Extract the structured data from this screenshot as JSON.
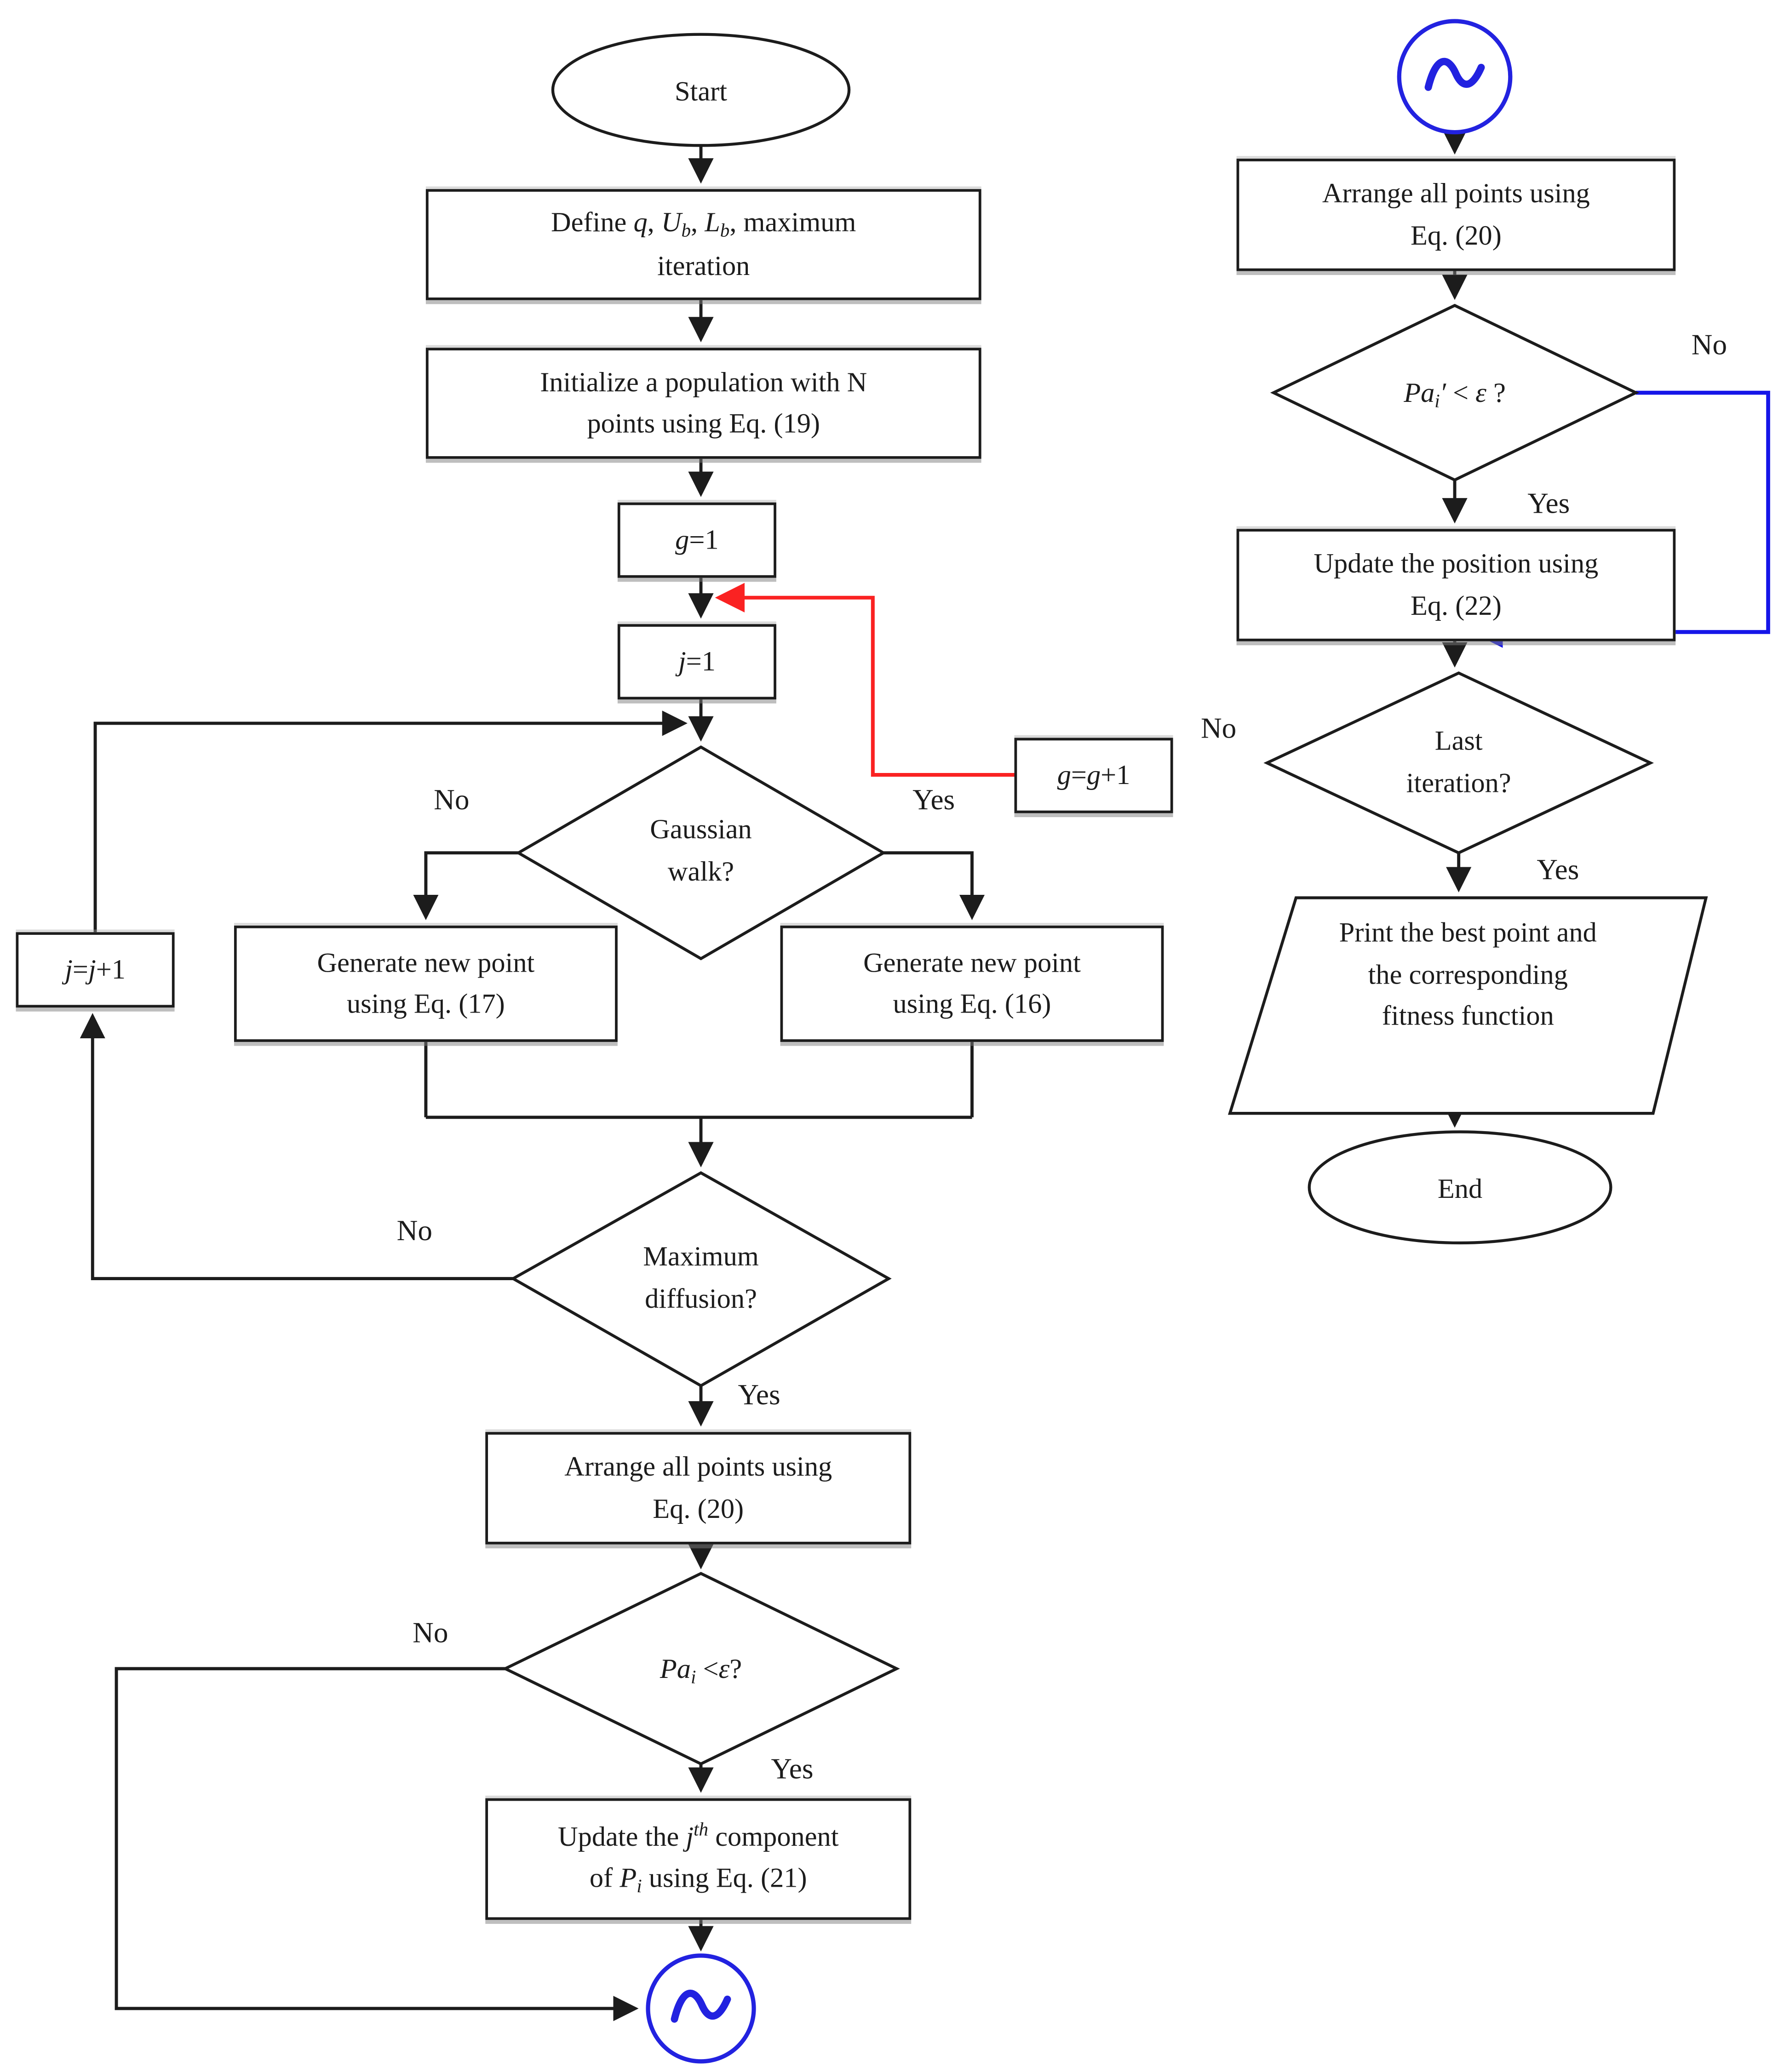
{
  "figure": {
    "type": "flowchart",
    "description": "Algorithm flowchart with two columns linked by sine-wave connector circles"
  },
  "colors": {
    "line": "#1c1c1c",
    "red_loop": "#fa2222",
    "blue_loop": "#1515e8",
    "connector_blue": "#2222e0"
  },
  "branch_labels": {
    "no": "No",
    "yes": "Yes"
  },
  "connector_glyph": "sine-wave",
  "nodes": {
    "start": {
      "label": "Start"
    },
    "define": {
      "segments": [
        {
          "t": "Define "
        },
        {
          "t": "q",
          "i": true
        },
        {
          "t": ", "
        },
        {
          "t": "U",
          "i": true
        },
        {
          "t": "b",
          "i": true,
          "sub": true
        },
        {
          "t": ", "
        },
        {
          "t": "L",
          "i": true
        },
        {
          "t": "b",
          "i": true,
          "sub": true
        },
        {
          "t": ", maximum"
        },
        {
          "br": true
        },
        {
          "t": "iteration"
        }
      ]
    },
    "initialize": {
      "segments": [
        {
          "t": "Initialize a population with N"
        },
        {
          "br": true
        },
        {
          "t": "points using Eq. (19)"
        }
      ]
    },
    "g_init": {
      "segments": [
        {
          "t": "g",
          "i": true
        },
        {
          "t": "=1"
        }
      ]
    },
    "j_init": {
      "segments": [
        {
          "t": "j",
          "i": true
        },
        {
          "t": "=1"
        }
      ]
    },
    "gaussian_walk": {
      "segments": [
        {
          "t": "Gaussian"
        },
        {
          "br": true
        },
        {
          "t": "walk?"
        }
      ]
    },
    "generate_eq17": {
      "segments": [
        {
          "t": "Generate new point"
        },
        {
          "br": true
        },
        {
          "t": "using Eq. (17)"
        }
      ]
    },
    "generate_eq16": {
      "segments": [
        {
          "t": "Generate new point"
        },
        {
          "br": true
        },
        {
          "t": "using Eq. (16)"
        }
      ]
    },
    "max_diffusion": {
      "segments": [
        {
          "t": "Maximum"
        },
        {
          "br": true
        },
        {
          "t": "diffusion?"
        }
      ]
    },
    "arrange_points": {
      "segments": [
        {
          "t": "Arrange all points using"
        },
        {
          "br": true
        },
        {
          "t": "Eq. (20)"
        }
      ]
    },
    "pa_condition": {
      "segments": [
        {
          "t": "Pa",
          "i": true
        },
        {
          "t": "i",
          "i": true,
          "sub": true
        },
        {
          "t": " <"
        },
        {
          "t": "ε",
          "i": true
        },
        {
          "t": "?"
        }
      ]
    },
    "update_eq21": {
      "segments": [
        {
          "t": "Update the "
        },
        {
          "t": "j",
          "i": true
        },
        {
          "t": "th",
          "i": true,
          "sup": true
        },
        {
          "t": " component"
        },
        {
          "br": true
        },
        {
          "t": "of "
        },
        {
          "t": "P",
          "i": true
        },
        {
          "t": "i",
          "i": true,
          "sub": true
        },
        {
          "t": " using Eq. (21)"
        }
      ]
    },
    "j_increment": {
      "segments": [
        {
          "t": "j",
          "i": true
        },
        {
          "t": "="
        },
        {
          "t": "j",
          "i": true
        },
        {
          "t": "+1"
        }
      ]
    },
    "g_increment": {
      "segments": [
        {
          "t": "g",
          "i": true
        },
        {
          "t": "="
        },
        {
          "t": "g",
          "i": true
        },
        {
          "t": "+1"
        }
      ]
    },
    "pa_prime_condition": {
      "segments": [
        {
          "t": "Pa",
          "i": true
        },
        {
          "t": "i",
          "i": true,
          "sub": true
        },
        {
          "t": "′",
          "i": true
        },
        {
          "t": " < "
        },
        {
          "t": "ε",
          "i": true
        },
        {
          "t": " ?"
        }
      ]
    },
    "update_eq22": {
      "segments": [
        {
          "t": "Update the position using"
        },
        {
          "br": true
        },
        {
          "t": "Eq. (22)"
        }
      ]
    },
    "last_iteration": {
      "segments": [
        {
          "t": "Last"
        },
        {
          "br": true
        },
        {
          "t": "iteration?"
        }
      ]
    },
    "print_output": {
      "segments": [
        {
          "t": "Print the best point and"
        },
        {
          "br": true
        },
        {
          "t": "the corresponding"
        },
        {
          "br": true
        },
        {
          "t": "fitness function"
        }
      ]
    },
    "end": {
      "label": "End"
    }
  }
}
